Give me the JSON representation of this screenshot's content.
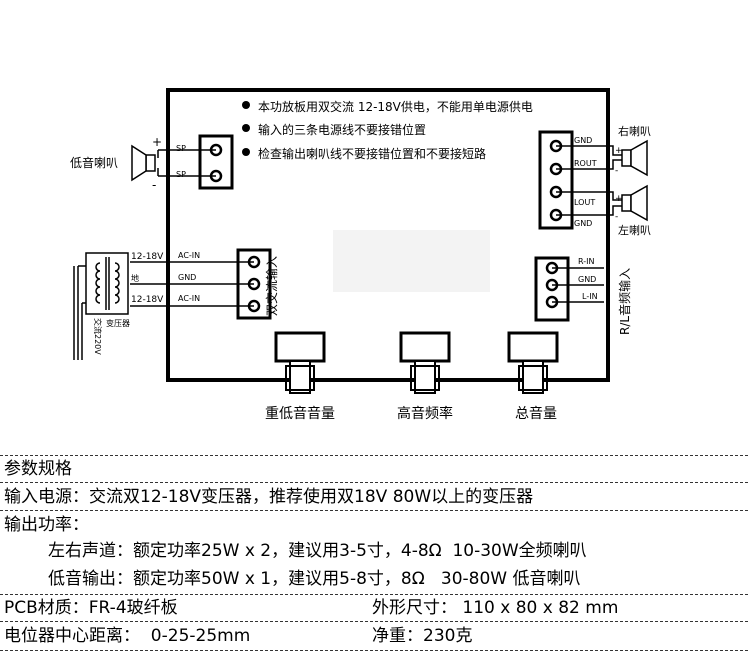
{
  "board": {
    "notes": [
      "本功放板用双交流 12-18V供电，不能用单电源供电",
      "输入的三条电源线不要接错位置",
      "检查输出喇叭线不要接错位置和不要接短路"
    ]
  },
  "sub_output": {
    "speaker_label": "低音喇叭",
    "plus": "+",
    "minus": "-",
    "pin_labels": [
      "SP",
      "SP"
    ]
  },
  "right_output": {
    "pins": [
      "GND",
      "ROUT",
      "LOUT",
      "GND"
    ],
    "right_speaker": "右喇叭",
    "left_speaker": "左喇叭",
    "plus_r": "+",
    "minus_r": "-",
    "plus_l": "+",
    "minus_l": "-"
  },
  "ac_input": {
    "pins": [
      "AC-IN",
      "GND",
      "AC-IN"
    ],
    "wire_labels": [
      "12-18V",
      "地",
      "12-18V"
    ],
    "title": "双交流输入",
    "transformer_label": "变压器",
    "mains_label": "交流220V"
  },
  "audio_input": {
    "pins": [
      "R-IN",
      "GND",
      "L-IN"
    ],
    "title": "R/L音频输入"
  },
  "knobs": [
    "重低音音量",
    "高音频率",
    "总音量"
  ],
  "specs": {
    "title": "参数规格",
    "power_input": "输入电源：交流双12-18V变压器，推荐使用双18V 80W以上的变压器",
    "output_power": "输出功率：",
    "lr_channel": "左右声道：额定功率25W x 2，建议用3-5寸，4-8Ω  10-30W全频喇叭",
    "bass_output": "低音输出：额定功率50W x 1，建议用5-8寸，8Ω   30-80W 低音喇叭",
    "pcb": "PCB材质：FR-4玻纤板",
    "dimensions": "外形尺寸： 110 x 80 x 82 mm",
    "pot_distance": "电位器中心距离：  0-25-25mm",
    "weight": "净重：230克"
  }
}
